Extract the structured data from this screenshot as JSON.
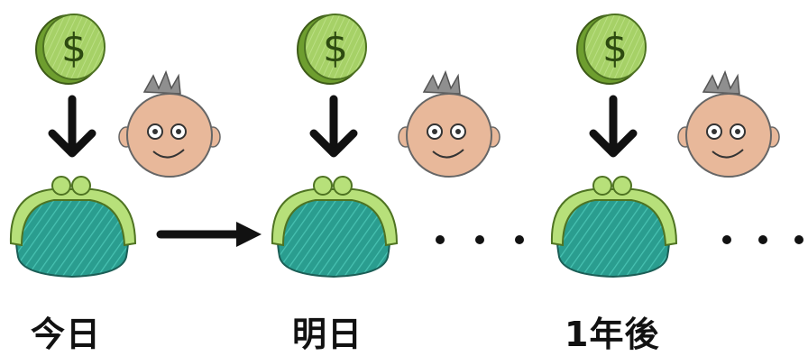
{
  "diagram": {
    "stages": [
      {
        "label": "今日",
        "coin_symbol": "$"
      },
      {
        "label": "明日",
        "coin_symbol": "$"
      },
      {
        "label": "1年後",
        "coin_symbol": "$"
      }
    ],
    "connector_between_first_and_second": "arrow",
    "ellipsis_after_second": "・ ・ ・",
    "ellipsis_after_third": "・ ・ ・",
    "icons": [
      "coin-icon",
      "down-arrow-icon",
      "face-icon",
      "wallet-icon",
      "right-arrow-icon"
    ],
    "colors": {
      "coin_fill": "#9cc95c",
      "coin_rim": "#6e9e2f",
      "wallet_body": "#2a9d8f",
      "wallet_clasp": "#b7e07a",
      "face_skin": "#e8b89a",
      "hair": "#8f8f8f",
      "ink": "#111111"
    }
  }
}
